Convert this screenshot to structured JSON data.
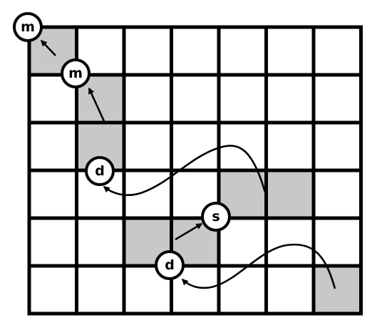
{
  "colors": {
    "background": "#ffffff",
    "grid_line": "#000000",
    "shaded_cell": "#c8c8c8",
    "node_fill": "#ffffff",
    "node_stroke": "#000000"
  },
  "grid": {
    "columns": 7,
    "rows": 6,
    "shaded_cells": [
      {
        "row": 0,
        "col": 0
      },
      {
        "row": 1,
        "col": 1
      },
      {
        "row": 2,
        "col": 1
      },
      {
        "row": 3,
        "col": 4
      },
      {
        "row": 3,
        "col": 5
      },
      {
        "row": 4,
        "col": 2
      },
      {
        "row": 4,
        "col": 3
      },
      {
        "row": 5,
        "col": 6
      }
    ]
  },
  "nodes": [
    {
      "id": "m1",
      "label": "m"
    },
    {
      "id": "m2",
      "label": "m"
    },
    {
      "id": "d1",
      "label": "d"
    },
    {
      "id": "s",
      "label": "s"
    },
    {
      "id": "d2",
      "label": "d"
    }
  ]
}
